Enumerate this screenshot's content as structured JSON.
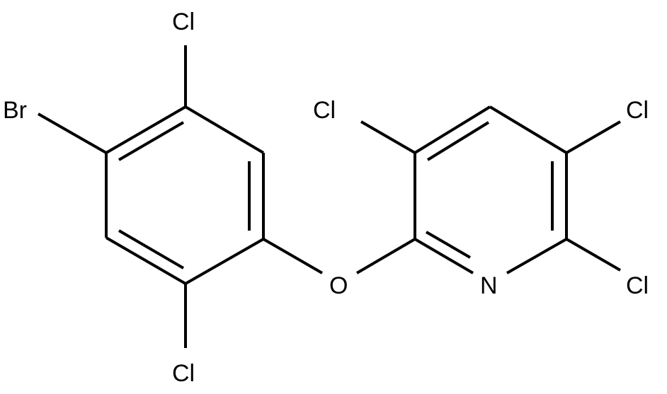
{
  "molecule": {
    "atoms": {
      "br": "Br",
      "cl_top": "Cl",
      "cl_bottom": "Cl",
      "o": "O",
      "n": "N",
      "cl_pyr_3": "Cl",
      "cl_pyr_5": "Cl",
      "cl_pyr_6": "Cl"
    },
    "colors": {
      "bond": "#000000",
      "label": "#000000",
      "background": "#ffffff"
    }
  }
}
